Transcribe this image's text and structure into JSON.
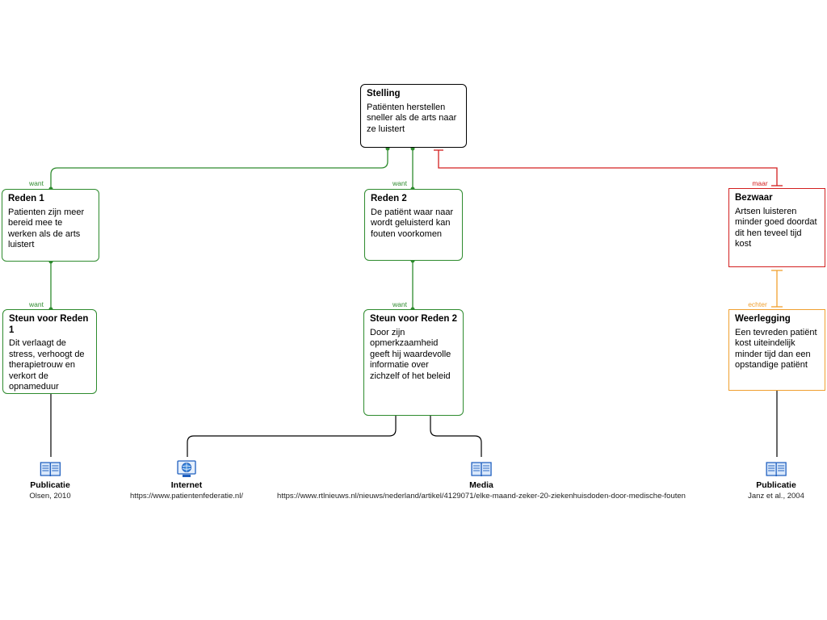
{
  "claim": {
    "title": "Stelling",
    "text": "Patiënten herstellen sneller als de arts naar ze luistert"
  },
  "reason1": {
    "title": "Reden 1",
    "text": "Patienten zijn meer bereid mee te werken als de arts luistert"
  },
  "reason2": {
    "title": "Reden 2",
    "text": "De patiënt waar naar wordt geluisterd kan fouten voorkomen"
  },
  "objection": {
    "title": "Bezwaar",
    "text": "Artsen luisteren minder goed doordat dit hen teveel tijd kost"
  },
  "support1": {
    "title": "Steun voor Reden 1",
    "text": "Dit verlaagt de stress, verhoogt de therapietrouw en verkort de opnameduur"
  },
  "support2": {
    "title": "Steun voor Reden 2",
    "text": "Door zijn opmerkzaamheid geeft hij waardevolle informatie over zichzelf of het beleid"
  },
  "rebuttal": {
    "title": "Weerlegging",
    "text": "Een tevreden patiënt kost uiteindelijk minder tijd dan een opstandige patiënt"
  },
  "links": {
    "want_r1": "want",
    "want_r2": "want",
    "maar_obj": "maar",
    "want_s1": "want",
    "want_s2": "want",
    "echter_reb": "echter"
  },
  "sources": {
    "pub1": {
      "name": "Publicatie",
      "detail": "Olsen, 2010",
      "icon": "book-icon"
    },
    "internet": {
      "name": "Internet",
      "detail": "https://www.patientenfederatie.nl/",
      "icon": "globe-monitor-icon"
    },
    "media": {
      "name": "Media",
      "detail": "https://www.rtlnieuws.nl/nieuws/nederland/artikel/4129071/elke-maand-zeker-20-ziekenhuisdoden-door-medische-fouten",
      "icon": "book-icon"
    },
    "pub2": {
      "name": "Publicatie",
      "detail": "Janz et al., 2004",
      "icon": "book-icon"
    }
  },
  "colors": {
    "support": "#2e8b2e",
    "objection": "#d32020",
    "rebuttal": "#f0a030",
    "evidence": "#000000"
  }
}
